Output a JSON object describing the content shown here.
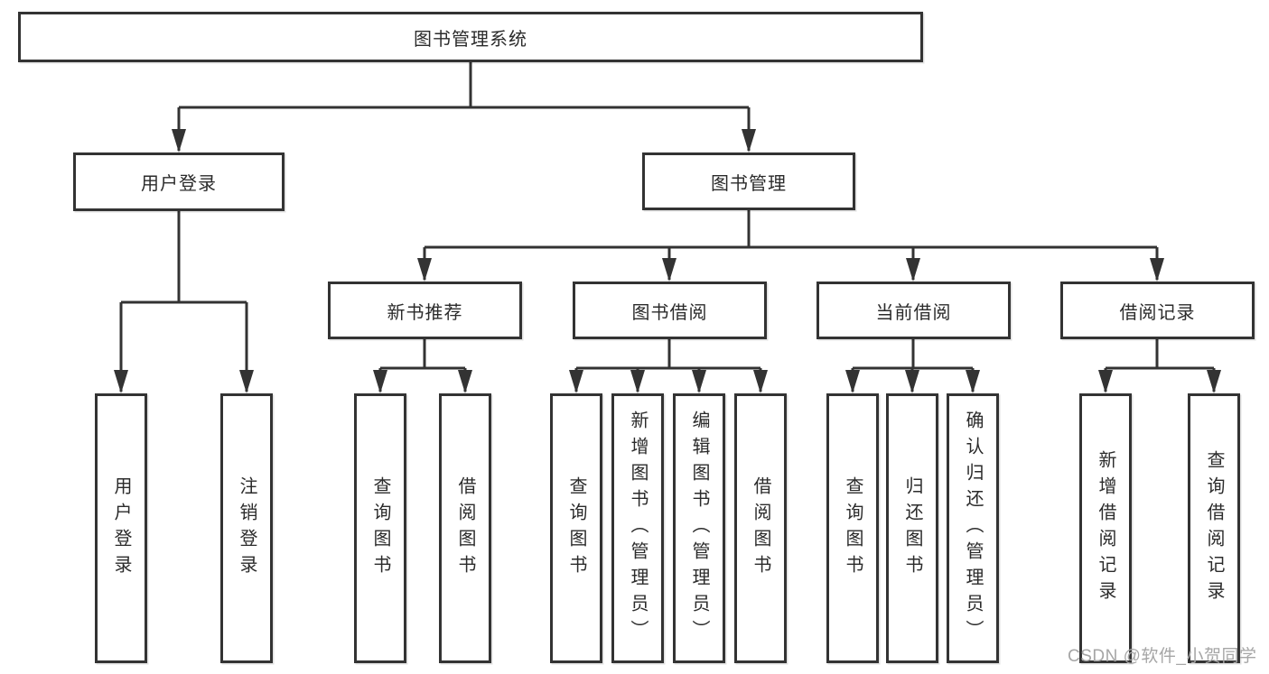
{
  "colors": {
    "line": "#333333",
    "text": "#2b2b2b",
    "watermark": "#a6a6a6"
  },
  "root": {
    "label": "图书管理系统"
  },
  "level2": {
    "user_login": {
      "label": "用户登录"
    },
    "book_mgmt": {
      "label": "图书管理"
    }
  },
  "level3": {
    "new_books": {
      "label": "新书推荐"
    },
    "book_borrow": {
      "label": "图书借阅"
    },
    "current_borrow": {
      "label": "当前借阅"
    },
    "borrow_records": {
      "label": "借阅记录"
    }
  },
  "leaves": {
    "user_login": {
      "label": "用户登录"
    },
    "logout": {
      "label": "注销登录"
    },
    "nb_query_books": {
      "label": "查询图书"
    },
    "nb_borrow_books": {
      "label": "借阅图书"
    },
    "bb_query_books": {
      "label": "查询图书"
    },
    "bb_add_books": {
      "label": "新增图书（管理员）"
    },
    "bb_edit_books": {
      "label": "编辑图书（管理员）"
    },
    "bb_borrow_books": {
      "label": "借阅图书"
    },
    "cb_query_books": {
      "label": "查询图书"
    },
    "cb_return_books": {
      "label": "归还图书"
    },
    "cb_confirm_return": {
      "label": "确认归还（管理员）"
    },
    "br_add_record": {
      "label": "新增借阅记录"
    },
    "br_query_record": {
      "label": "查询借阅记录"
    }
  },
  "watermark": {
    "text": "CSDN @软件_小贺同学"
  }
}
